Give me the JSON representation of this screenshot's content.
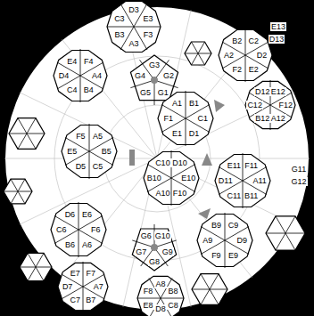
{
  "diagram": {
    "labels": [
      "C3",
      "D3",
      "E3",
      "B3",
      "A3",
      "F3",
      "B2",
      "C2",
      "D2",
      "A2",
      "F2",
      "E2",
      "E13",
      "D13",
      "E4",
      "F4",
      "D4",
      "A4",
      "C4",
      "B4",
      "G3",
      "G4",
      "G2",
      "G5",
      "G1",
      "A1",
      "B1",
      "F1",
      "C1",
      "E1",
      "D1",
      "D12",
      "E12",
      "F12",
      "C12",
      "B12",
      "A12",
      "F5",
      "A5",
      "E5",
      "B5",
      "D5",
      "C5",
      "C10",
      "D10",
      "B10",
      "E10",
      "A10",
      "F10",
      "E11",
      "F11",
      "D11",
      "A11",
      "C11",
      "B11",
      "G11",
      "G12",
      "D6",
      "E6",
      "C6",
      "F6",
      "B6",
      "A6",
      "G6",
      "G10",
      "G7",
      "G9",
      "G8",
      "B9",
      "C9",
      "A9",
      "D9",
      "F9",
      "E9",
      "E7",
      "F7",
      "D7",
      "A7",
      "C7",
      "B7",
      "F8",
      "A8",
      "B8",
      "E8",
      "D8",
      "C8"
    ]
  }
}
